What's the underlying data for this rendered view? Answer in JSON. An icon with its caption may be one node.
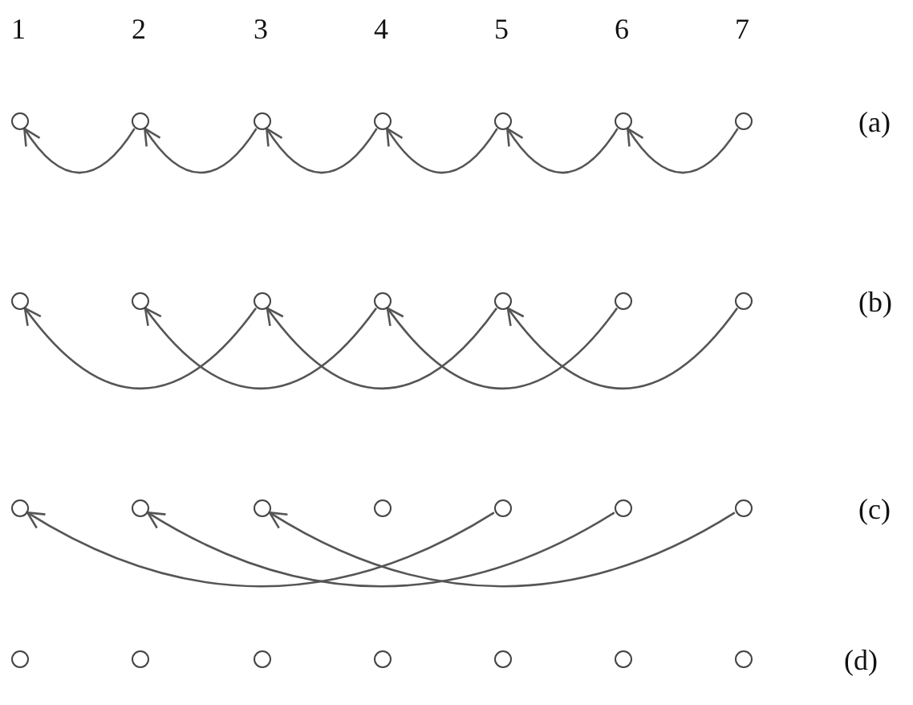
{
  "diagram": {
    "nodes": [
      {
        "text": [],
        "shape": "circle"
      },
      {
        "text": [],
        "shape": "circle"
      },
      {
        "text": [],
        "shape": "circle"
      },
      {
        "text": [],
        "shape": "circle"
      },
      {
        "text": [],
        "shape": "circle"
      },
      {
        "text": [],
        "shape": "circle"
      },
      {
        "text": [],
        "shape": "circle"
      },
      {
        "text": [],
        "shape": "circle"
      },
      {
        "text": [],
        "shape": "circle"
      },
      {
        "text": [],
        "shape": "circle"
      },
      {
        "text": [],
        "shape": "circle"
      },
      {
        "text": [],
        "shape": "circle"
      },
      {
        "text": [],
        "shape": "circle"
      },
      {
        "text": [],
        "shape": "circle"
      },
      {
        "text": [],
        "shape": "circle"
      },
      {
        "text": [],
        "shape": "circle"
      },
      {
        "text": [],
        "shape": "circle"
      },
      {
        "text": [],
        "shape": "circle"
      },
      {
        "text": [],
        "shape": "circle"
      },
      {
        "text": [],
        "shape": "circle"
      },
      {
        "text": [],
        "shape": "circle"
      },
      {
        "text": [],
        "shape": "circle"
      },
      {
        "text": [],
        "shape": "circle"
      },
      {
        "text": [],
        "shape": "circle"
      },
      {
        "text": [],
        "shape": "circle"
      },
      {
        "text": [],
        "shape": "circle"
      },
      {
        "text": [],
        "shape": "circle"
      },
      {
        "text": [],
        "shape": "circle"
      }
    ],
    "edges": [
      {
        "from": 1,
        "to": 0,
        "arrow": "to"
      },
      {
        "from": 2,
        "to": 1,
        "arrow": "to"
      },
      {
        "from": 3,
        "to": 2,
        "arrow": "to"
      },
      {
        "from": 4,
        "to": 3,
        "arrow": "to"
      },
      {
        "from": 5,
        "to": 4,
        "arrow": "to"
      },
      {
        "from": 6,
        "to": 5,
        "arrow": "to"
      },
      {
        "from": 9,
        "to": 7,
        "arrow": "to"
      },
      {
        "from": 10,
        "to": 8,
        "arrow": "to"
      },
      {
        "from": 11,
        "to": 9,
        "arrow": "to"
      },
      {
        "from": 12,
        "to": 10,
        "arrow": "to"
      },
      {
        "from": 13,
        "to": 11,
        "arrow": "to"
      },
      {
        "from": 18,
        "to": 14,
        "arrow": "to"
      },
      {
        "from": 19,
        "to": 15,
        "arrow": "to"
      },
      {
        "from": 20,
        "to": 16,
        "arrow": "to"
      }
    ],
    "labels": [
      "1",
      "2",
      "3",
      "4",
      "5",
      "6",
      "7",
      "(a)",
      "(b)",
      "(c)",
      "(d)"
    ]
  }
}
